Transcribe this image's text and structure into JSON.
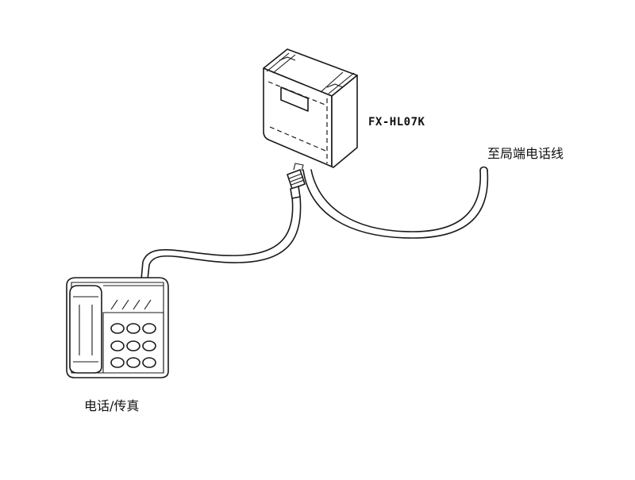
{
  "diagram": {
    "device_model": "FX-HL07K",
    "line_label": "至局端电话线",
    "phone_label": "电话/传真"
  }
}
